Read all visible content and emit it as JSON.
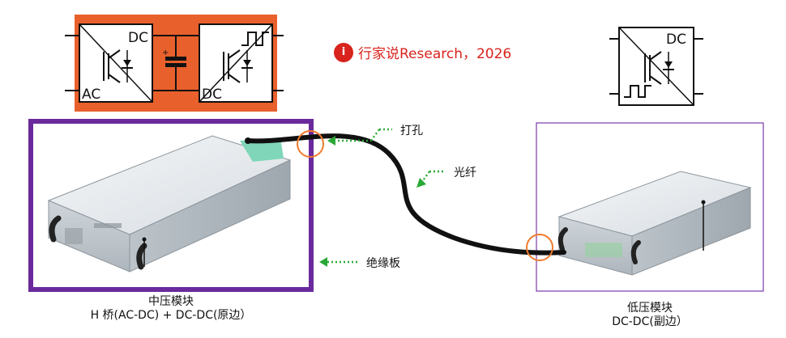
{
  "brand": {
    "logo_glyph": "i",
    "text": "行家说Research，2026",
    "color": "#d9231d"
  },
  "schematic_top_left": {
    "left_label_top": "DC",
    "left_label_bottom": "AC",
    "right_label_bottom": "DC",
    "fill": "#e8602c"
  },
  "schematic_top_right": {
    "label": "DC"
  },
  "callouts": {
    "hole": "打孔",
    "fiber": "光纤",
    "insulation": "绝缘板"
  },
  "mv_module": {
    "title": "中压模块",
    "subtitle": "H 桥(AC-DC) + DC-DC(原边）",
    "frame_color": "#6a2a9c"
  },
  "lv_module": {
    "title": "低压模块",
    "subtitle": "DC-DC(副边）",
    "frame_color": "#7a3aa8"
  },
  "colors": {
    "arrow": "#2aa836",
    "hole_marker": "#f07a2c",
    "fiber": "#111111"
  }
}
